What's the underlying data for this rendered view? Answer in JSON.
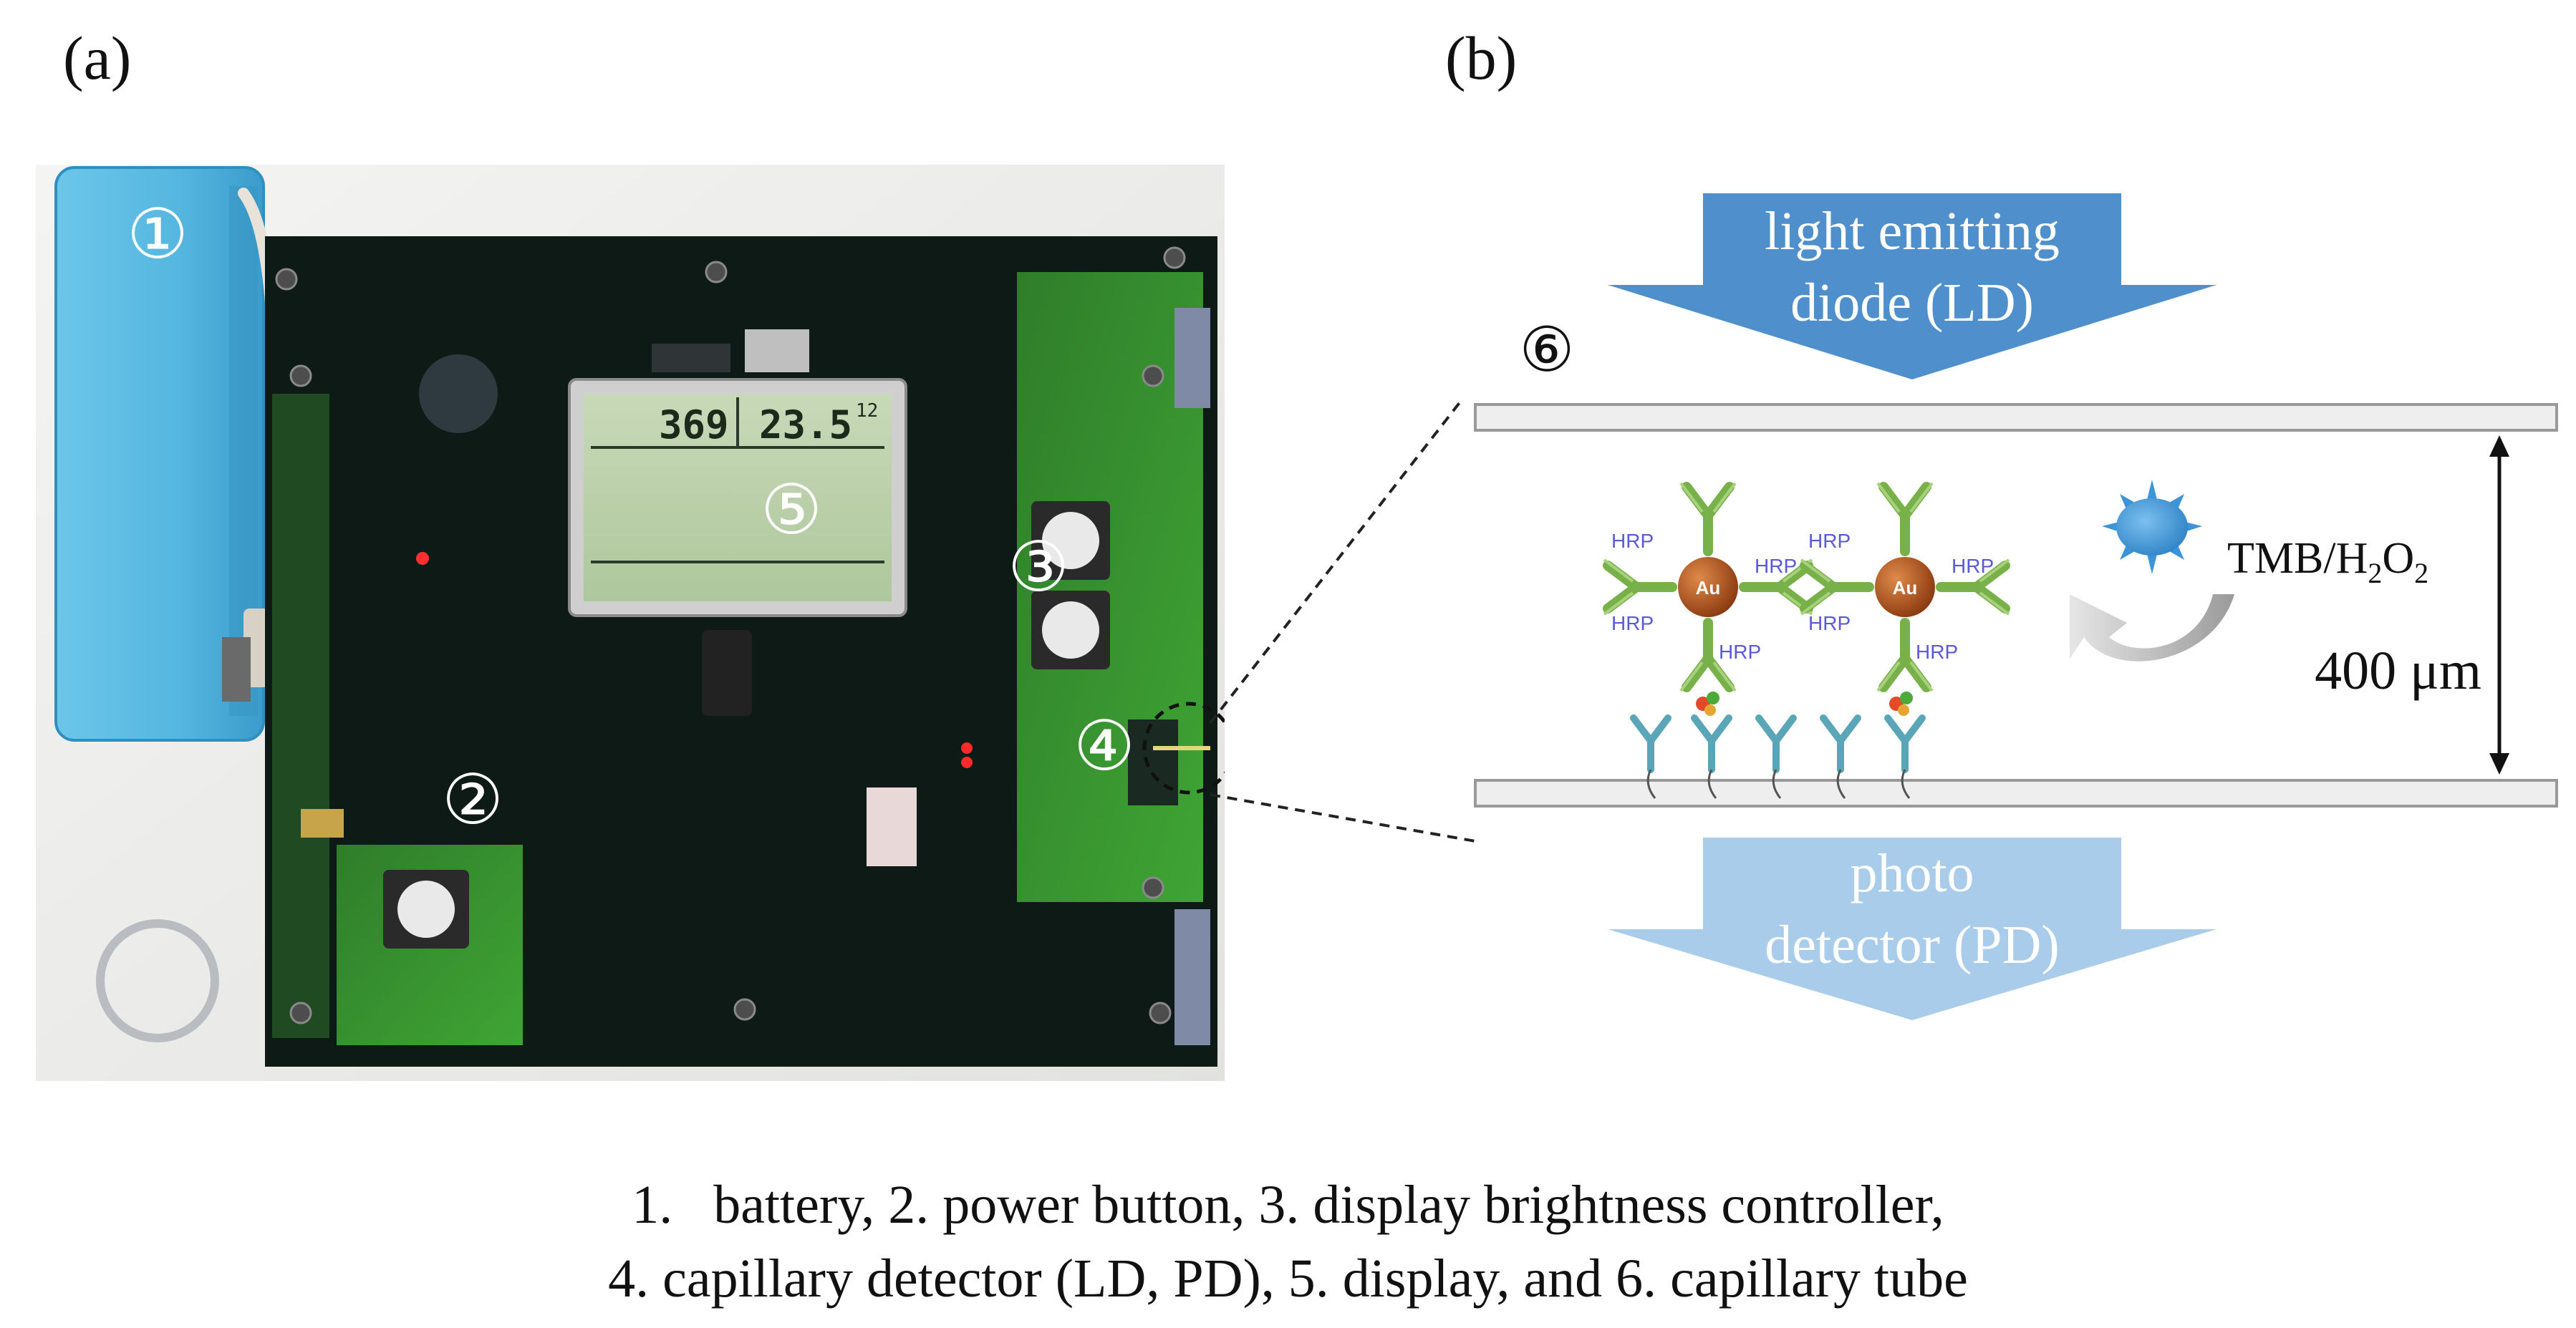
{
  "panels": {
    "a_label": "(a)",
    "b_label": "(b)"
  },
  "device_photo": {
    "markers": [
      "①",
      "②",
      "③",
      "④",
      "⑤"
    ],
    "lcd": {
      "value_left": "369",
      "value_right": "23.5",
      "superscript": "12"
    }
  },
  "schematic": {
    "marker": "⑥",
    "light_source_line1": "light emitting",
    "light_source_line2": "diode (LD)",
    "detector_line1": "photo",
    "detector_line2": "detector (PD)",
    "gap_label": "400 μm",
    "reagent_main": "TMB/H",
    "reagent_sub1": "2",
    "reagent_mid": "O",
    "reagent_sub2": "2",
    "nanoparticle_label": "Au",
    "enzyme_label": "HRP",
    "colors": {
      "arrow_top": "#4f90cc",
      "arrow_bottom": "#a9ccea",
      "tube_fill": "#eeeeee",
      "gold_particle": "#b3541c",
      "antibody_green": "#78b04a",
      "antibody_teal": "#5aa6b8",
      "hrp_text": "#5a5ad6"
    }
  },
  "caption": {
    "line1": "1.   battery, 2. power button, 3. display brightness controller,",
    "line2": "4. capillary detector (LD, PD), 5. display, and 6. capillary tube"
  }
}
